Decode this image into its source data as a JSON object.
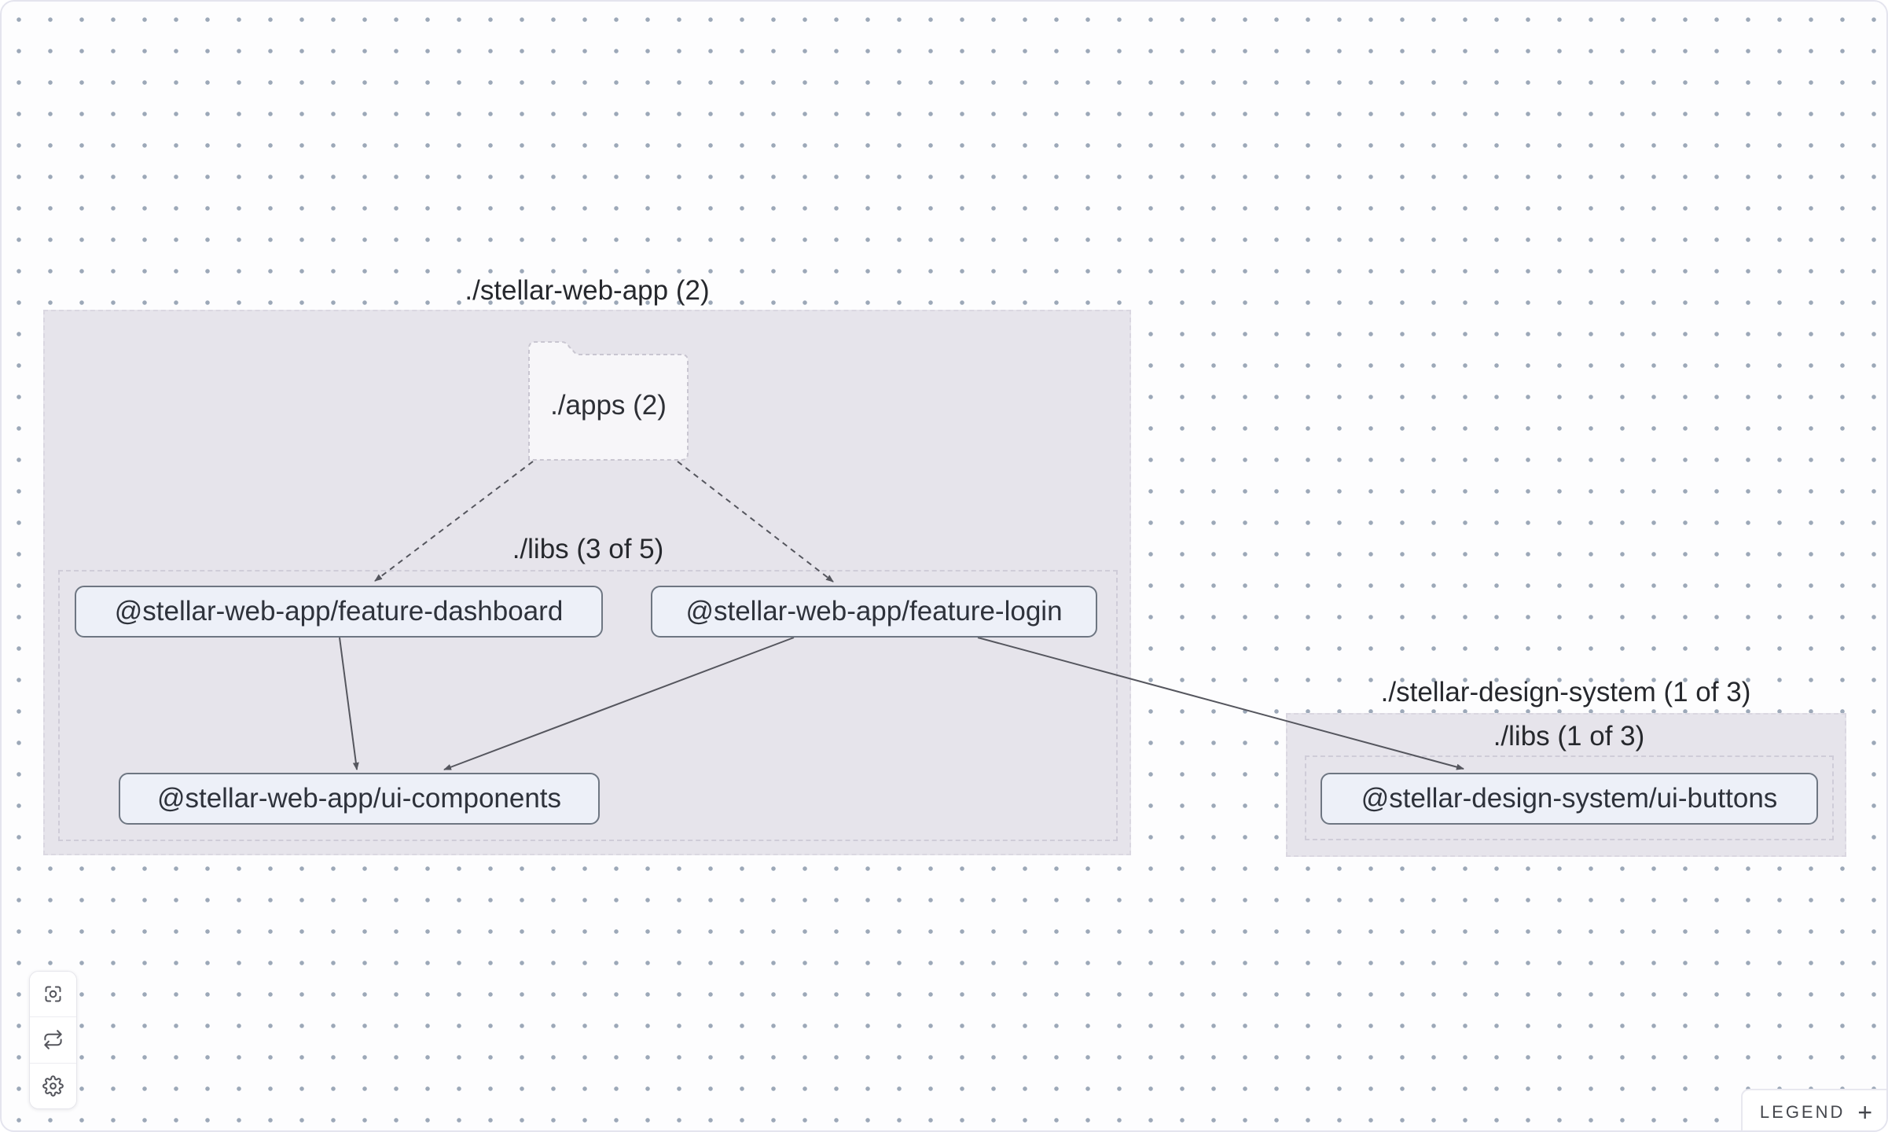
{
  "graph": {
    "groups": {
      "stellar_web_app": {
        "label": "./stellar-web-app (2)"
      },
      "stellar_web_app_libs": {
        "label": "./libs (3 of 5)"
      },
      "stellar_design_system": {
        "label": "./stellar-design-system (1 of 3)"
      },
      "stellar_design_system_libs": {
        "label": "./libs (1 of 3)"
      }
    },
    "folder_nodes": {
      "apps": {
        "label": "./apps (2)"
      }
    },
    "project_nodes": {
      "feature_dashboard": {
        "label": "@stellar-web-app/feature-dashboard"
      },
      "feature_login": {
        "label": "@stellar-web-app/feature-login"
      },
      "ui_components": {
        "label": "@stellar-web-app/ui-components"
      },
      "ui_buttons": {
        "label": "@stellar-design-system/ui-buttons"
      }
    },
    "edges": [
      {
        "from": "./apps",
        "to": "@stellar-web-app/feature-dashboard",
        "style": "dashed"
      },
      {
        "from": "./apps",
        "to": "@stellar-web-app/feature-login",
        "style": "dashed"
      },
      {
        "from": "@stellar-web-app/feature-dashboard",
        "to": "@stellar-web-app/ui-components",
        "style": "solid"
      },
      {
        "from": "@stellar-web-app/feature-login",
        "to": "@stellar-web-app/ui-components",
        "style": "solid"
      },
      {
        "from": "@stellar-web-app/feature-login",
        "to": "@stellar-design-system/ui-buttons",
        "style": "solid"
      }
    ]
  },
  "controls": {
    "buttons": [
      {
        "icon": "focus-icon"
      },
      {
        "icon": "refresh-icon"
      },
      {
        "icon": "gear-icon"
      }
    ]
  },
  "legend": {
    "label": "LEGEND",
    "expand_icon": "+"
  },
  "colors": {
    "canvas_bg": "#fdfdfe",
    "dot_grid": "#9ca8b8",
    "group_fill": "#e6e4eb",
    "folder_fill": "#f7f6f9",
    "node_fill": "#edf0f8",
    "node_border": "#6e7682",
    "edge": "#55565e",
    "text": "#2e323b"
  }
}
